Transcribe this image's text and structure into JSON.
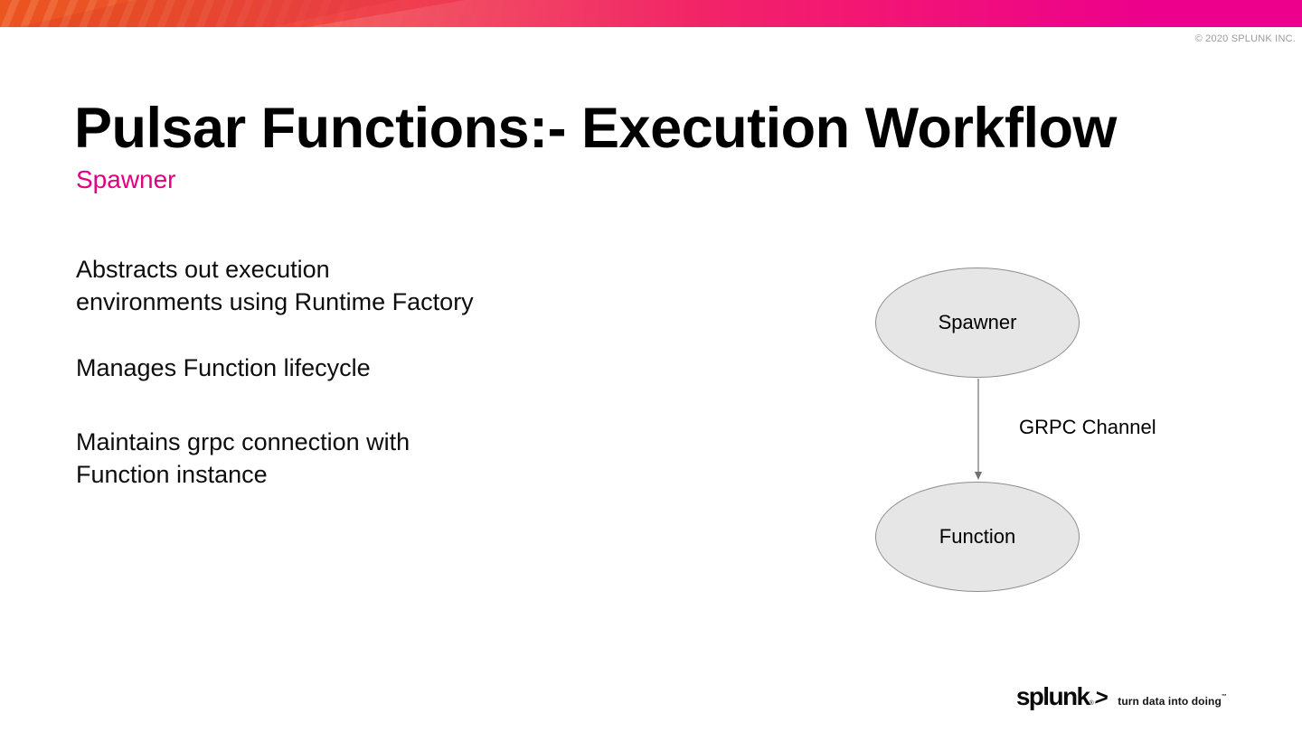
{
  "banner": {
    "copyright": "© 2020 SPLUNK INC."
  },
  "header": {
    "title": "Pulsar Functions:- Execution Workflow",
    "subtitle": "Spawner"
  },
  "body": {
    "paragraphs": [
      {
        "lines": [
          "Abstracts out execution",
          "environments using Runtime Factory"
        ]
      },
      {
        "lines": [
          "Manages Function lifecycle"
        ]
      },
      {
        "lines": [
          "Maintains grpc connection with",
          "Function instance"
        ]
      }
    ]
  },
  "diagram": {
    "spawner_label": "Spawner",
    "function_label": "Function",
    "edge_label": "GRPC Channel"
  },
  "footer_logo": {
    "brand": "splunk",
    "registered_mark": "®",
    "chevron": ">",
    "tagline": "turn data into doing",
    "trademark_mark": "™"
  },
  "colors": {
    "accent_pink": "#e20082",
    "banner_orange": "#eb5520",
    "banner_stripe_orange": "#ee6c38",
    "banner_magenta": "#ec008c",
    "node_fill": "#e6e6e6",
    "node_border": "#8e8e8e",
    "arrow_gray": "#6f6f6f",
    "copyright_gray": "#9b9b9b",
    "text_black": "#0d0d0d"
  }
}
